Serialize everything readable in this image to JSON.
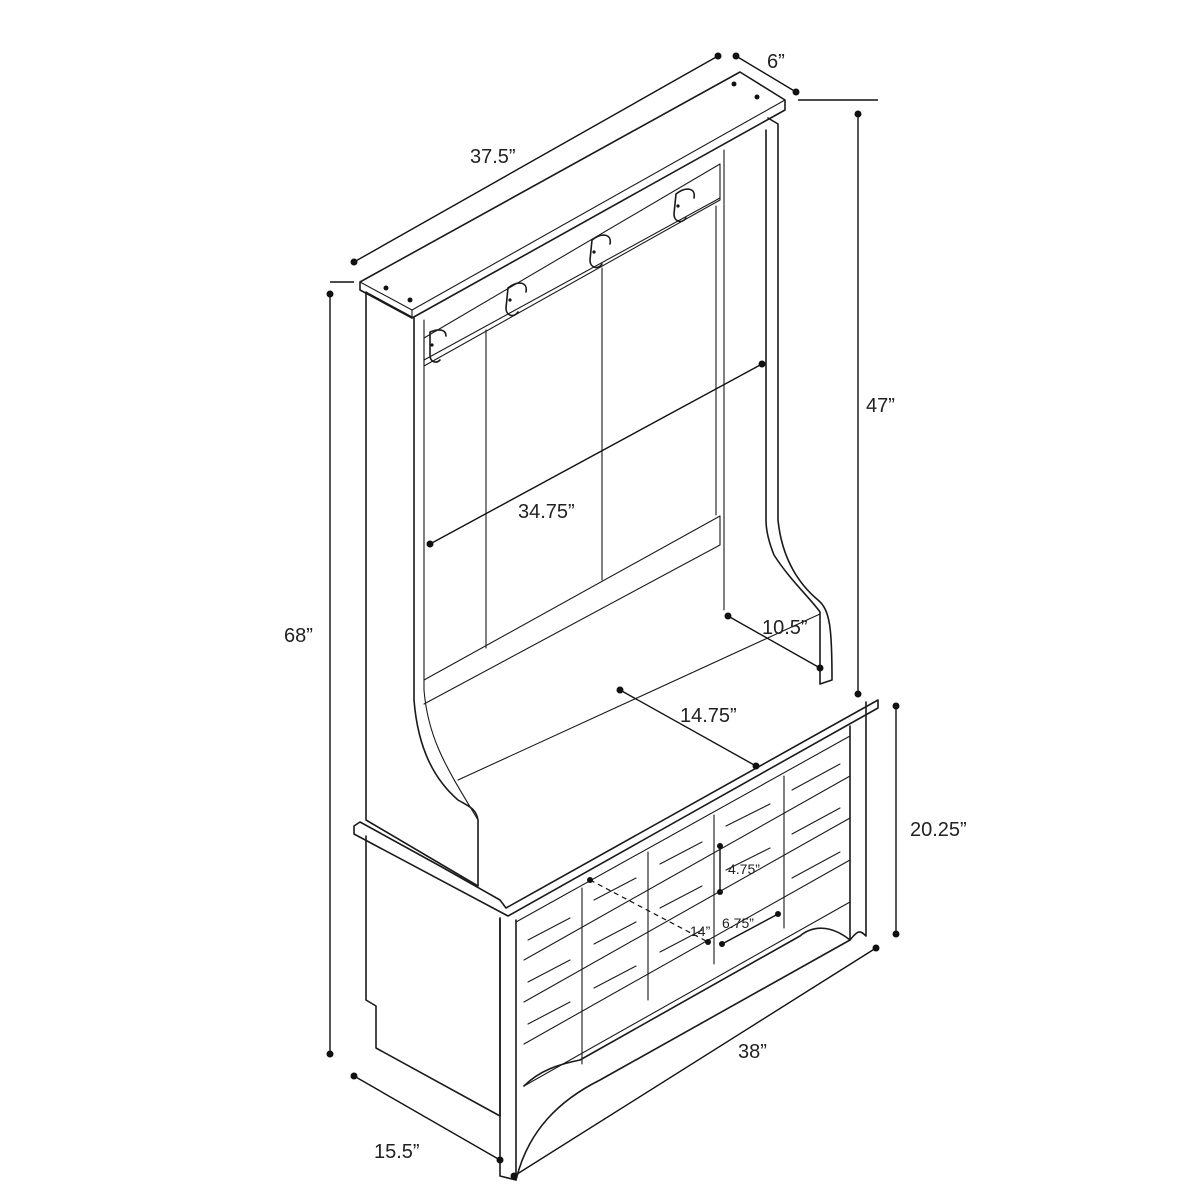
{
  "dimensions": {
    "top_width": "37.5”",
    "top_depth": "6”",
    "upper_height": "47”",
    "total_height": "68”",
    "panel_width": "34.75”",
    "arm_depth": "10.5”",
    "seat_depth": "14.75”",
    "bench_height": "20.25”",
    "cubby_height": "4.75”",
    "cubby_width": "6.75”",
    "cubby_depth": "14”",
    "base_width": "38”",
    "base_depth": "15.5”"
  }
}
